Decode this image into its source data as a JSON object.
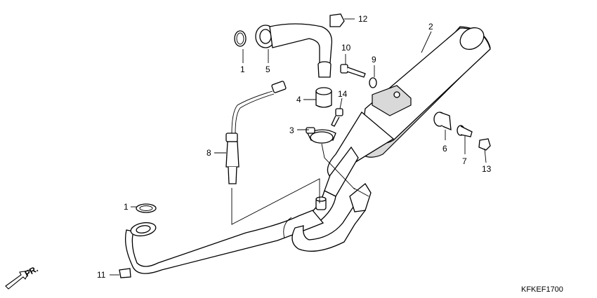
{
  "callouts": {
    "p1_top": "1",
    "p1_bottom": "1",
    "p2": "2",
    "p3": "3",
    "p4": "4",
    "p5": "5",
    "p6": "6",
    "p7": "7",
    "p8": "8",
    "p9": "9",
    "p10": "10",
    "p11": "11",
    "p12": "12",
    "p13": "13",
    "p14": "14"
  },
  "front_indicator": "FR.",
  "diagram_code": "KFKEF1700"
}
